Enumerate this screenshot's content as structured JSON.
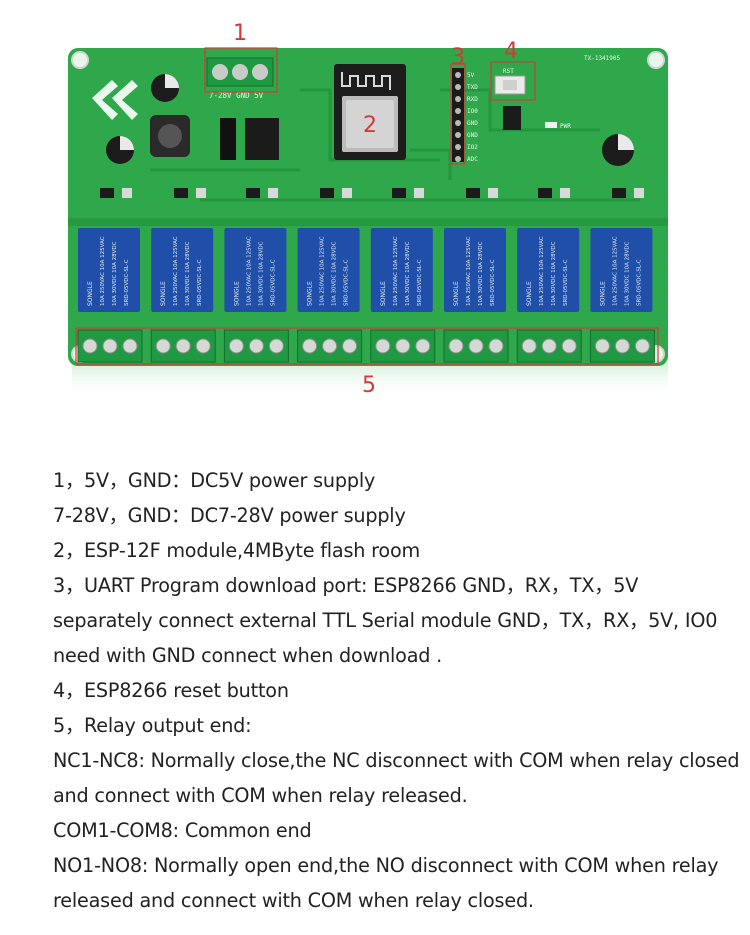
{
  "callouts": [
    "1",
    "2",
    "3",
    "4",
    "5"
  ],
  "board": {
    "silkscreen": {
      "power_terminal": "7-28V GND  5V",
      "header_pins": [
        "5V",
        "TXD",
        "RXD",
        "IO0",
        "GND",
        "GND",
        "IO2",
        "ADC"
      ],
      "reset_label": "RST",
      "pwr_label": "PWR",
      "board_id": "TX-1341905"
    },
    "relay_print": [
      "SONGLE",
      "10A 250VAC 10A 125VAC",
      "10A 30VDC 10A 28VDC",
      "SRD-05VDC-SL-C"
    ],
    "relay_count": 8,
    "terminal_count": 8,
    "colors": {
      "pcb": "#2ea84a",
      "pcb_dark": "#1f8a38",
      "relay": "#1f4fa8",
      "terminal": "#1f9a42",
      "callout": "#d23a3a"
    }
  },
  "notes": [
    "1，5V，GND：DC5V power supply",
    "7-28V，GND：DC7-28V power supply",
    "2，ESP-12F module,4MByte flash room",
    "3，UART Program download port: ESP8266 GND，RX，TX，5V separately connect external TTL Serial module GND，TX，RX，5V, IO0 need with GND connect when download .",
    "4，ESP8266 reset button",
    "5，Relay output end:",
    "NC1-NC8: Normally close,the NC disconnect with COM when relay closed and connect with COM when relay released.",
    "COM1-COM8: Common end",
    "NO1-NO8: Normally open end,the NO disconnect with COM when relay released and connect with COM when relay closed."
  ]
}
